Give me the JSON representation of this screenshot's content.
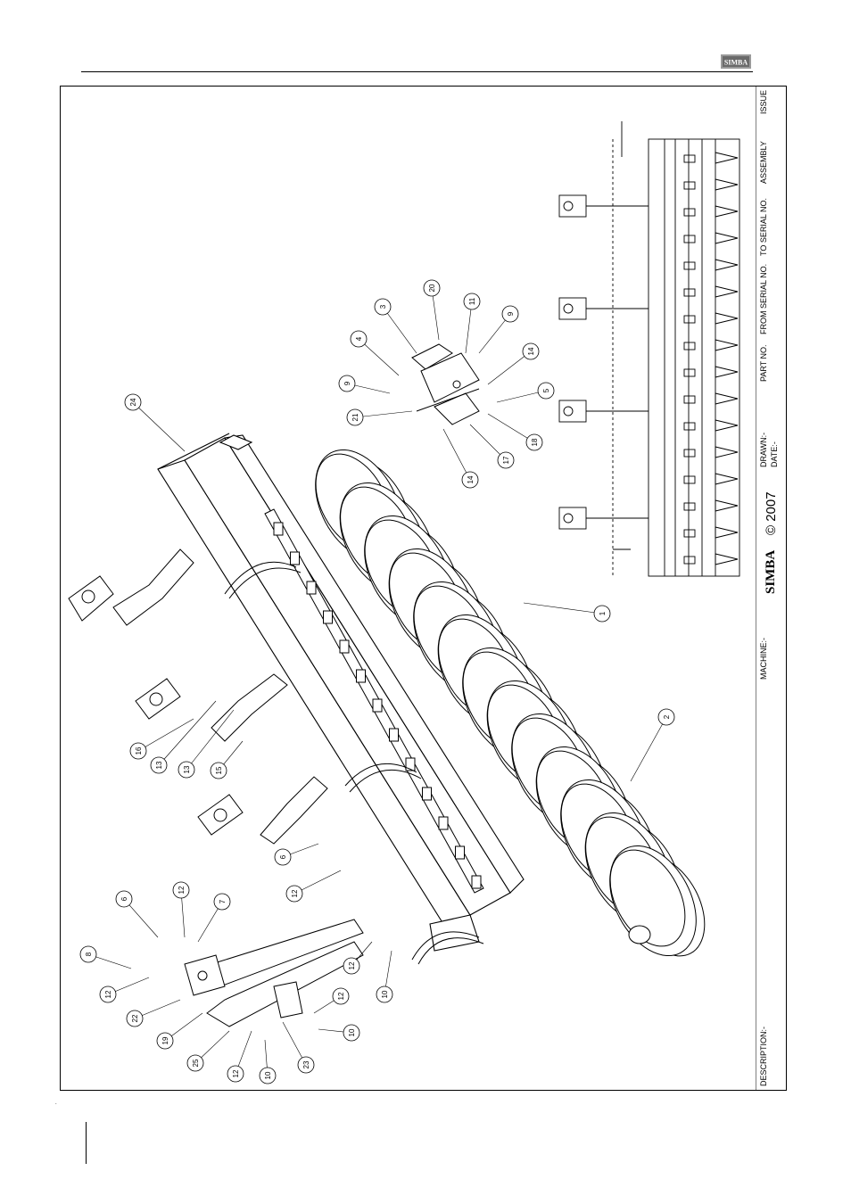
{
  "brand": {
    "logo_text": "SIMBA"
  },
  "title_block": {
    "issue": "ISSUE",
    "assembly": "ASSEMBLY",
    "to_serial_no": "TO SERIAL NO.",
    "from_serial_no": "FROM SERIAL NO.",
    "part_no": "PART NO.",
    "drawn": "DRAWN:-",
    "date": "DATE:-",
    "copyright": "© 2007",
    "logo": "SIMBA",
    "machine": "MACHINE:-",
    "description": "DESCRIPTION:-"
  },
  "callouts": [
    {
      "id": "c24",
      "label": "24"
    },
    {
      "id": "c20",
      "label": "20"
    },
    {
      "id": "c3",
      "label": "3"
    },
    {
      "id": "c11",
      "label": "11"
    },
    {
      "id": "c4",
      "label": "4"
    },
    {
      "id": "c9a",
      "label": "9"
    },
    {
      "id": "c9b",
      "label": "9"
    },
    {
      "id": "c14a",
      "label": "14"
    },
    {
      "id": "c5",
      "label": "5"
    },
    {
      "id": "c21",
      "label": "21"
    },
    {
      "id": "c18",
      "label": "18"
    },
    {
      "id": "c17",
      "label": "17"
    },
    {
      "id": "c14b",
      "label": "14"
    },
    {
      "id": "c1",
      "label": "1"
    },
    {
      "id": "c2",
      "label": "2"
    },
    {
      "id": "c16",
      "label": "16"
    },
    {
      "id": "c13a",
      "label": "13"
    },
    {
      "id": "c13b",
      "label": "13"
    },
    {
      "id": "c15",
      "label": "15"
    },
    {
      "id": "c6a",
      "label": "6"
    },
    {
      "id": "c12a",
      "label": "12"
    },
    {
      "id": "c6b",
      "label": "6"
    },
    {
      "id": "c12b",
      "label": "12"
    },
    {
      "id": "c7",
      "label": "7"
    },
    {
      "id": "c8",
      "label": "8"
    },
    {
      "id": "c12c",
      "label": "12"
    },
    {
      "id": "c12d",
      "label": "12"
    },
    {
      "id": "c10a",
      "label": "10"
    },
    {
      "id": "c22",
      "label": "22"
    },
    {
      "id": "c19",
      "label": "19"
    },
    {
      "id": "c12e",
      "label": "12"
    },
    {
      "id": "c10b",
      "label": "10"
    },
    {
      "id": "c25",
      "label": "25"
    },
    {
      "id": "c12f",
      "label": "12"
    },
    {
      "id": "c10c",
      "label": "10"
    },
    {
      "id": "c23",
      "label": "23"
    }
  ]
}
